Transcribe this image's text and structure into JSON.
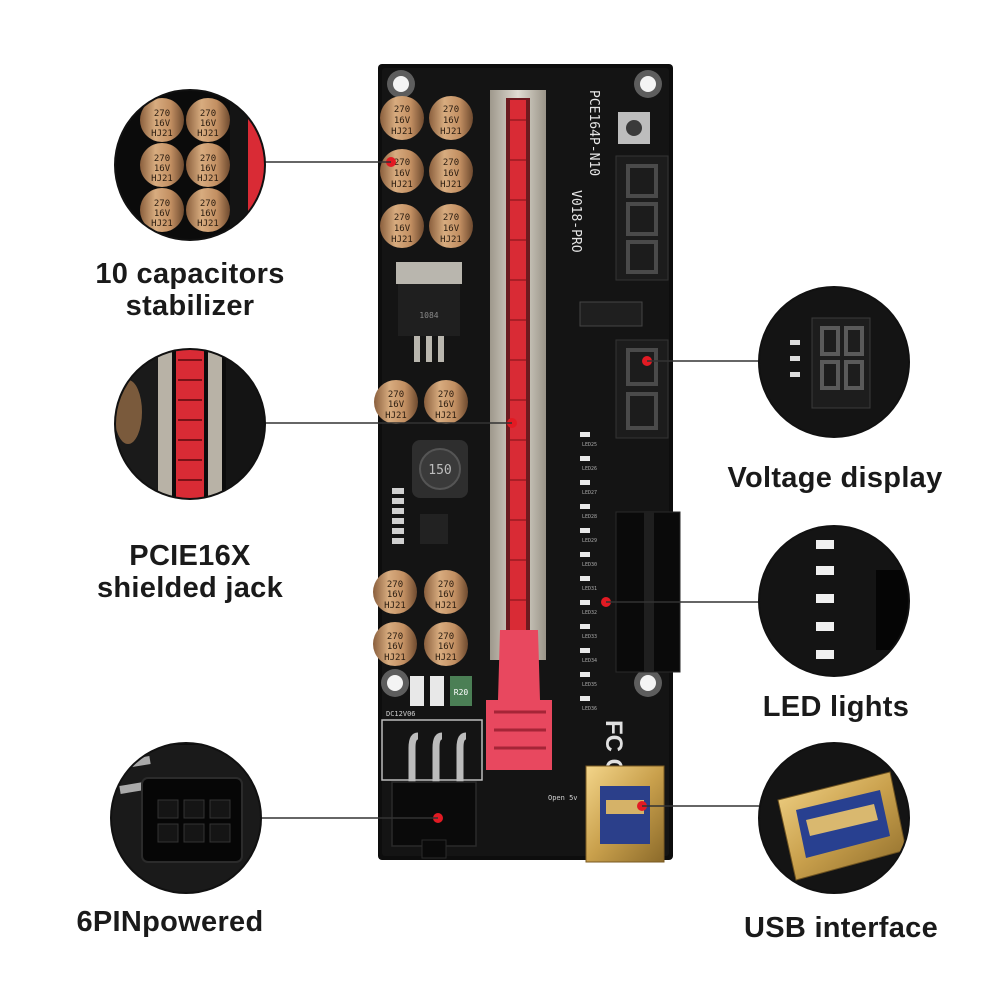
{
  "labels": {
    "capacitors_line1": "10 capacitors",
    "capacitors_line2": "stabilizer",
    "pcie_line1": "PCIE16X",
    "pcie_line2": "shielded jack",
    "power": "6PINpowered",
    "voltage": "Voltage display",
    "led": "LED lights",
    "usb": "USB interface"
  },
  "board": {
    "model": "PCE164P-N10",
    "version": "V018-PRO",
    "cap_text": [
      "270",
      "16V",
      "HJ21"
    ],
    "inductor": "150",
    "regulator": "1084",
    "power_label": "DC12V06",
    "usb_label": "Open 5v",
    "fuse": "R20",
    "led_labels": [
      "LED25",
      "LED26",
      "LED27",
      "LED28",
      "LED29",
      "LED30",
      "LED31",
      "LED32",
      "LED33",
      "LED34",
      "LED35",
      "LED36"
    ]
  },
  "colors": {
    "board": "#0d0d0d",
    "slot": "#c7c2b8",
    "slot_inner": "#d92b35",
    "capacitor": "#c79a6e",
    "latch": "#e8485f",
    "marker": "#e21a23"
  }
}
